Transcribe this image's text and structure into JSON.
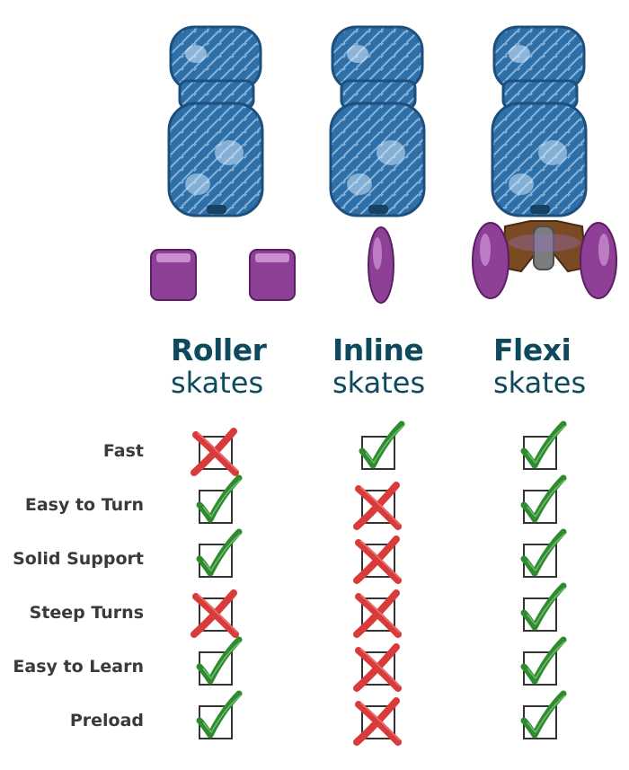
{
  "columns": [
    {
      "key": "roller",
      "title_bold": "Roller",
      "title_light": "skates"
    },
    {
      "key": "inline",
      "title_bold": "Inline",
      "title_light": "skates"
    },
    {
      "key": "flexi",
      "title_bold": "Flexi",
      "title_light": "skates"
    }
  ],
  "rows": [
    {
      "label": "Fast",
      "values": [
        false,
        true,
        true
      ]
    },
    {
      "label": "Easy to Turn",
      "values": [
        true,
        false,
        true
      ]
    },
    {
      "label": "Solid Support",
      "values": [
        true,
        false,
        true
      ]
    },
    {
      "label": "Steep Turns",
      "values": [
        false,
        false,
        true
      ]
    },
    {
      "label": "Easy to Learn",
      "values": [
        true,
        false,
        true
      ]
    },
    {
      "label": "Preload",
      "values": [
        true,
        false,
        true
      ]
    }
  ],
  "colors": {
    "title": "#0e4a5e",
    "label": "#3a3a3a",
    "check": "#2e8b2e",
    "cross": "#d93a3a",
    "boot": "#2f6fa8",
    "wheel": "#8e3f96"
  },
  "icons": {
    "check": "check-icon",
    "cross": "cross-icon",
    "box": "checkbox-icon"
  }
}
